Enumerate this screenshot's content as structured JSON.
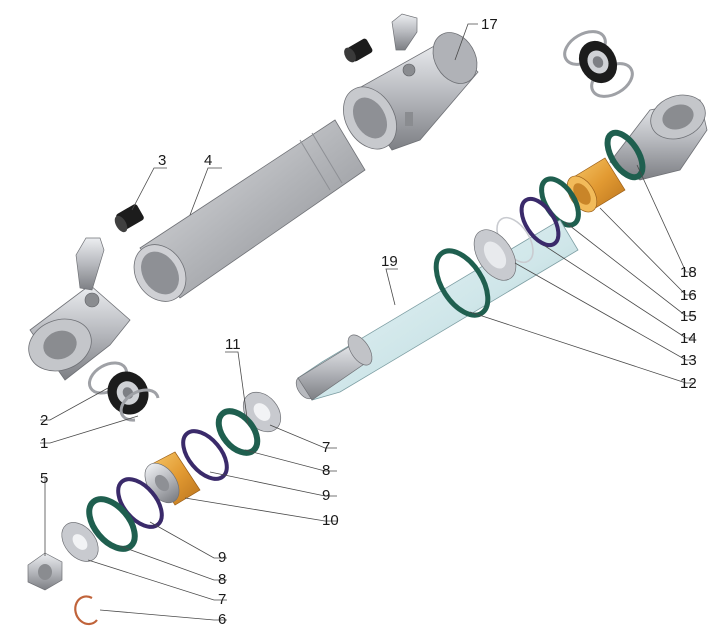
{
  "callouts": [
    {
      "id": "c17a",
      "text": "17"
    },
    {
      "id": "c3",
      "text": "3"
    },
    {
      "id": "c4",
      "text": "4"
    },
    {
      "id": "c19",
      "text": "19"
    },
    {
      "id": "c18",
      "text": "18"
    },
    {
      "id": "c16",
      "text": "16"
    },
    {
      "id": "c15",
      "text": "15"
    },
    {
      "id": "c14",
      "text": "14"
    },
    {
      "id": "c13",
      "text": "13"
    },
    {
      "id": "c12",
      "text": "12"
    },
    {
      "id": "c11",
      "text": "11"
    },
    {
      "id": "c2",
      "text": "2"
    },
    {
      "id": "c1",
      "text": "1"
    },
    {
      "id": "c7a",
      "text": "7"
    },
    {
      "id": "c8a",
      "text": "8"
    },
    {
      "id": "c9a",
      "text": "9"
    },
    {
      "id": "c10",
      "text": "10"
    },
    {
      "id": "c5",
      "text": "5"
    },
    {
      "id": "c9b",
      "text": "9"
    },
    {
      "id": "c8b",
      "text": "8"
    },
    {
      "id": "c7b",
      "text": "7"
    },
    {
      "id": "c6",
      "text": "6"
    }
  ],
  "colors": {
    "metal_light": "#d9dade",
    "metal_mid": "#a9abb0",
    "metal_dark": "#6f7176",
    "seal_green": "#1f5f4f",
    "seal_purple": "#3a2a6a",
    "bushing_orange": "#e6a33a",
    "rubber_black": "#1c1c1c",
    "rod_cyan": "#d7eef0",
    "circlip_copper": "#c0633a"
  }
}
